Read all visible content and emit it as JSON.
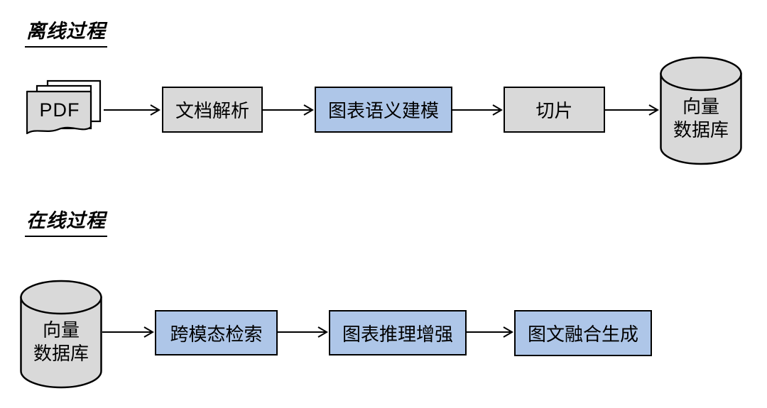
{
  "offline": {
    "title": "离线过程",
    "pdf_label": "PDF",
    "nodes": [
      {
        "label": "文档解析",
        "type": "gray"
      },
      {
        "label": "图表语义建模",
        "type": "blue"
      },
      {
        "label": "切片",
        "type": "gray"
      }
    ],
    "db_line1": "向量",
    "db_line2": "数据库"
  },
  "online": {
    "title": "在线过程",
    "db_line1": "向量",
    "db_line2": "数据库",
    "nodes": [
      {
        "label": "跨模态检索",
        "type": "blue"
      },
      {
        "label": "图表推理增强",
        "type": "blue"
      },
      {
        "label": "图文融合生成",
        "type": "blue"
      }
    ]
  },
  "colors": {
    "gray_fill": "#d9d9d9",
    "blue_fill": "#aec6e8",
    "stroke": "#000000",
    "background": "#ffffff",
    "page_back_fill": "#ffffff"
  }
}
